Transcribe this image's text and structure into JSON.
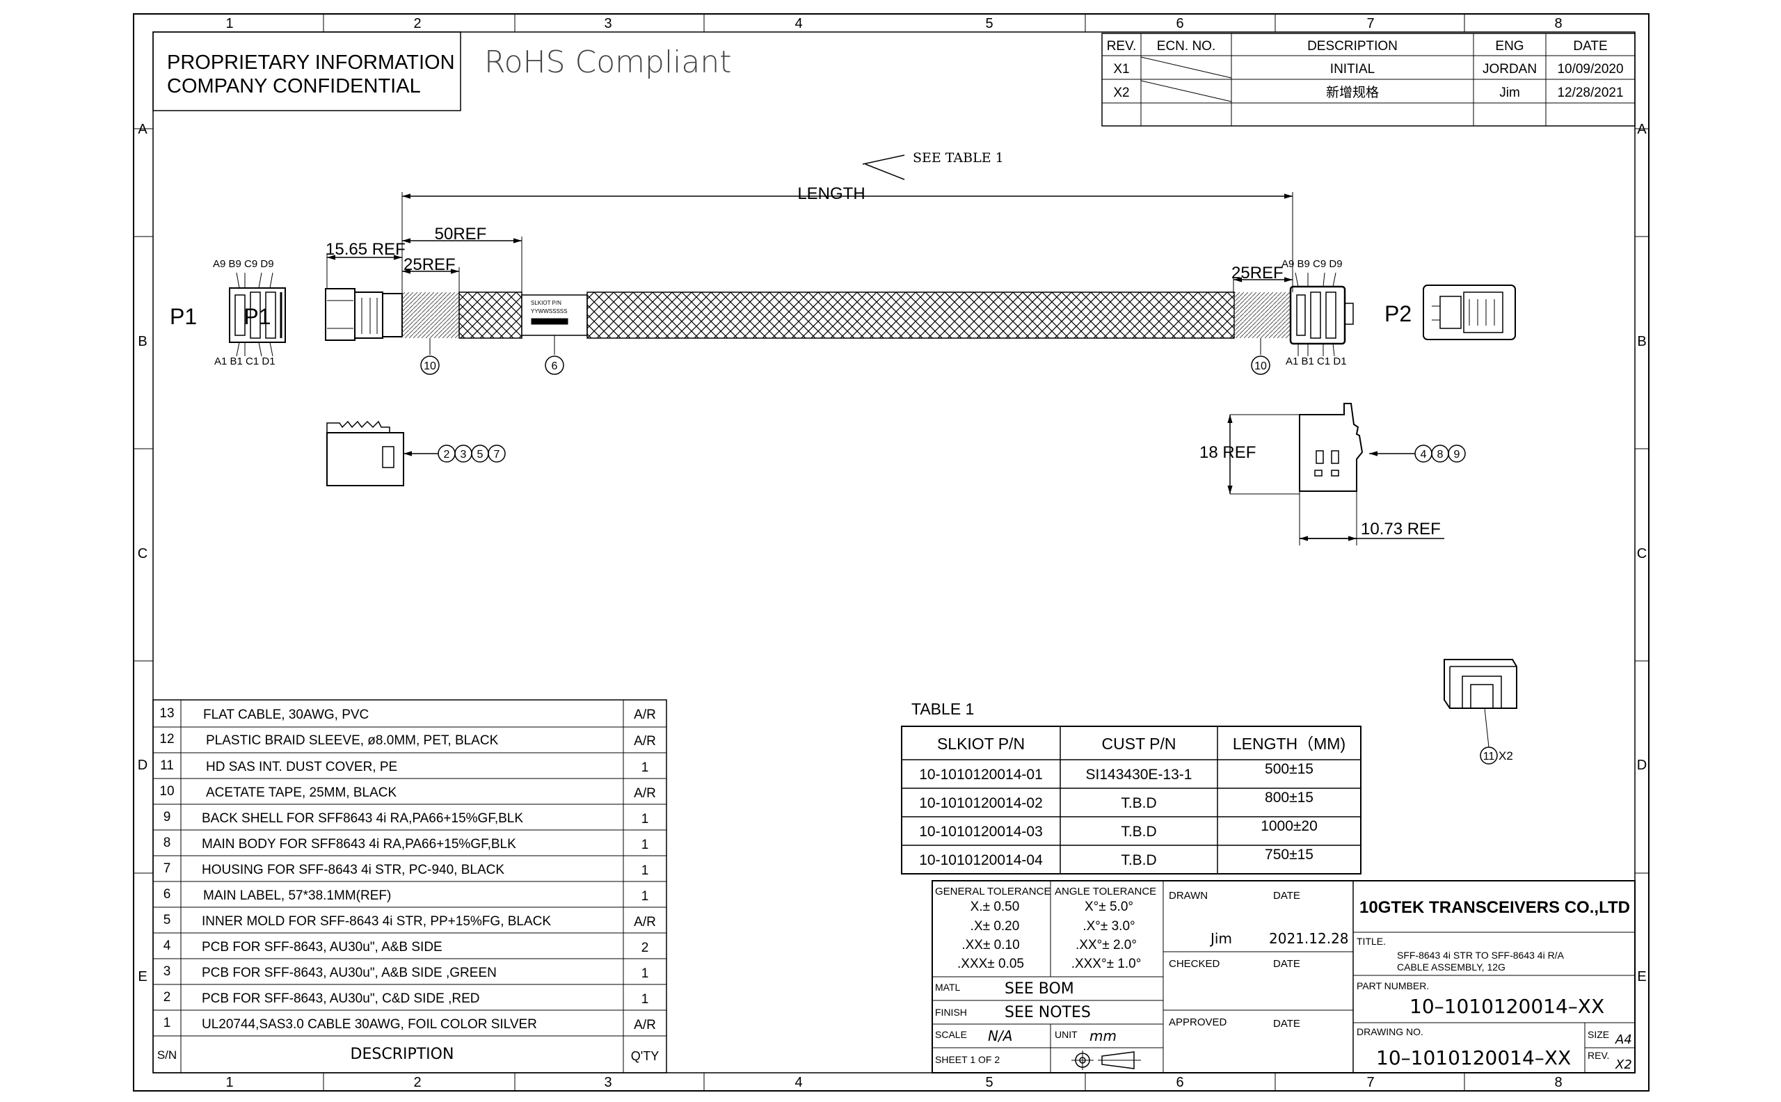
{
  "border": {
    "columns": [
      "1",
      "2",
      "3",
      "4",
      "5",
      "6",
      "7",
      "8"
    ],
    "rows": [
      "A",
      "B",
      "C",
      "D",
      "E"
    ]
  },
  "header": {
    "proprietary_line1": "PROPRIETARY INFORMATION",
    "proprietary_line2": "COMPANY CONFIDENTIAL",
    "rohs": "RoHS  Compliant"
  },
  "revision_table": {
    "headers": [
      "REV.",
      "ECN. NO.",
      "DESCRIPTION",
      "ENG",
      "DATE"
    ],
    "rows": [
      [
        "X1",
        "",
        "INITIAL",
        "JORDAN",
        "10/09/2020"
      ],
      [
        "X2",
        "",
        "新增规格",
        "Jim",
        "12/28/2021"
      ]
    ]
  },
  "drawing": {
    "see_table": "SEE TABLE 1",
    "length": "LENGTH",
    "dim_50ref": "50REF",
    "dim_1565ref": "15.65 REF",
    "dim_25ref_left": "25REF",
    "dim_25ref_right": "25REF",
    "dim_18ref": "18 REF",
    "dim_1073ref": "10.73 REF",
    "p1": "P1",
    "p1_overlay": "P1",
    "p2": "P2",
    "pins_top_left": "A9 B9  C9 D9",
    "pins_bottom_left": "A1  B1  C1 D1",
    "pins_top_right": "A9  B9  C9 D9",
    "pins_bottom_right": "A1  B1  C1  D1",
    "label_line1": "SLKIOT P/N",
    "label_line2": "YYWWSSSSS",
    "balloon_10a": "10",
    "balloon_6": "6",
    "balloon_10b": "10",
    "balloons_left": [
      "2",
      "3",
      "5",
      "7"
    ],
    "balloons_right": [
      "4",
      "8",
      "9"
    ],
    "balloon_11": "11",
    "balloon_11_qty": "X2"
  },
  "bom": {
    "rows": [
      {
        "sn": "13",
        "desc": "FLAT CABLE, 30AWG, PVC",
        "qty": "A/R"
      },
      {
        "sn": "12",
        "desc": "PLASTIC BRAID SLEEVE, ø8.0MM, PET, BLACK",
        "qty": "A/R"
      },
      {
        "sn": "11",
        "desc": "HD SAS INT. DUST COVER, PE",
        "qty": "1"
      },
      {
        "sn": "10",
        "desc": "ACETATE TAPE, 25MM, BLACK",
        "qty": "A/R"
      },
      {
        "sn": "9",
        "desc": "BACK SHELL FOR SFF8643 4i RA,PA66+15%GF,BLK",
        "qty": "1"
      },
      {
        "sn": "8",
        "desc": "MAIN BODY FOR SFF8643 4i RA,PA66+15%GF,BLK",
        "qty": "1"
      },
      {
        "sn": "7",
        "desc": "HOUSING FOR SFF-8643 4i STR, PC-940, BLACK",
        "qty": "1"
      },
      {
        "sn": "6",
        "desc": "MAIN LABEL,  57*38.1MM(REF)",
        "qty": "1"
      },
      {
        "sn": "5",
        "desc": "INNER MOLD FOR SFF-8643 4i STR, PP+15%FG, BLACK",
        "qty": "A/R"
      },
      {
        "sn": "4",
        "desc": "PCB FOR SFF-8643, AU30u\", A&B SIDE",
        "qty": "2"
      },
      {
        "sn": "3",
        "desc": "PCB FOR SFF-8643, AU30u\", A&B SIDE ,GREEN",
        "qty": "1"
      },
      {
        "sn": "2",
        "desc": "PCB FOR SFF-8643, AU30u\", C&D SIDE ,RED",
        "qty": "1"
      },
      {
        "sn": "1",
        "desc": "UL20744,SAS3.0 CABLE 30AWG, FOIL COLOR SILVER",
        "qty": "A/R"
      }
    ],
    "footer": {
      "sn": "S/N",
      "desc": "DESCRIPTION",
      "qty": "Q'TY"
    }
  },
  "table1": {
    "title": "TABLE 1",
    "headers": [
      "SLKIOT P/N",
      "CUST P/N",
      "LENGTH（MM)"
    ],
    "rows": [
      [
        "10-1010120014-01",
        "SI143430E-13-1",
        "500±15"
      ],
      [
        "10-1010120014-02",
        "T.B.D",
        "800±15"
      ],
      [
        "10-1010120014-03",
        "T.B.D",
        "1000±20"
      ],
      [
        "10-1010120014-04",
        "T.B.D",
        "750±15"
      ]
    ]
  },
  "title_block": {
    "general_tolerance": "GENERAL TOLERANCE",
    "angle_tolerance": "ANGLE TOLERANCE",
    "tol_lines": [
      "X.± 0.50",
      ".X± 0.20",
      ".XX± 0.10",
      ".XXX± 0.05"
    ],
    "angle_lines": [
      "X°± 5.0°",
      ".X°± 3.0°",
      ".XX°± 2.0°",
      ".XXX°± 1.0°"
    ],
    "drawn": "DRAWN",
    "date": "DATE",
    "drawn_by": "Jim",
    "drawn_date": "2021.12.28",
    "checked": "CHECKED",
    "checked_date": "DATE",
    "approved": "APPROVED",
    "approved_date": "DATE",
    "matl_label": "MATL",
    "matl_value": "SEE  BOM",
    "finish_label": "FINISH",
    "finish_value": "SEE  NOTES",
    "scale_label": "SCALE",
    "scale_value": "N/A",
    "unit_label": "UNIT",
    "unit_value": "mm",
    "sheet": "SHEET   1    OF    2",
    "company": "10GTEK TRANSCEIVERS CO.,LTD",
    "title_label": "TITLE.",
    "title_line1": "SFF-8643  4i  STR  TO  SFF-8643  4i  R/A",
    "title_line2": "CABLE  ASSEMBLY,  12G",
    "part_number_label": "PART  NUMBER.",
    "part_number": "10–1010120014–XX",
    "drawing_no_label": "DRAWING  NO.",
    "drawing_no": "10–1010120014–XX",
    "size_label": "SIZE",
    "size_value": "A4",
    "rev_label": "REV.",
    "rev_value": "X2"
  }
}
